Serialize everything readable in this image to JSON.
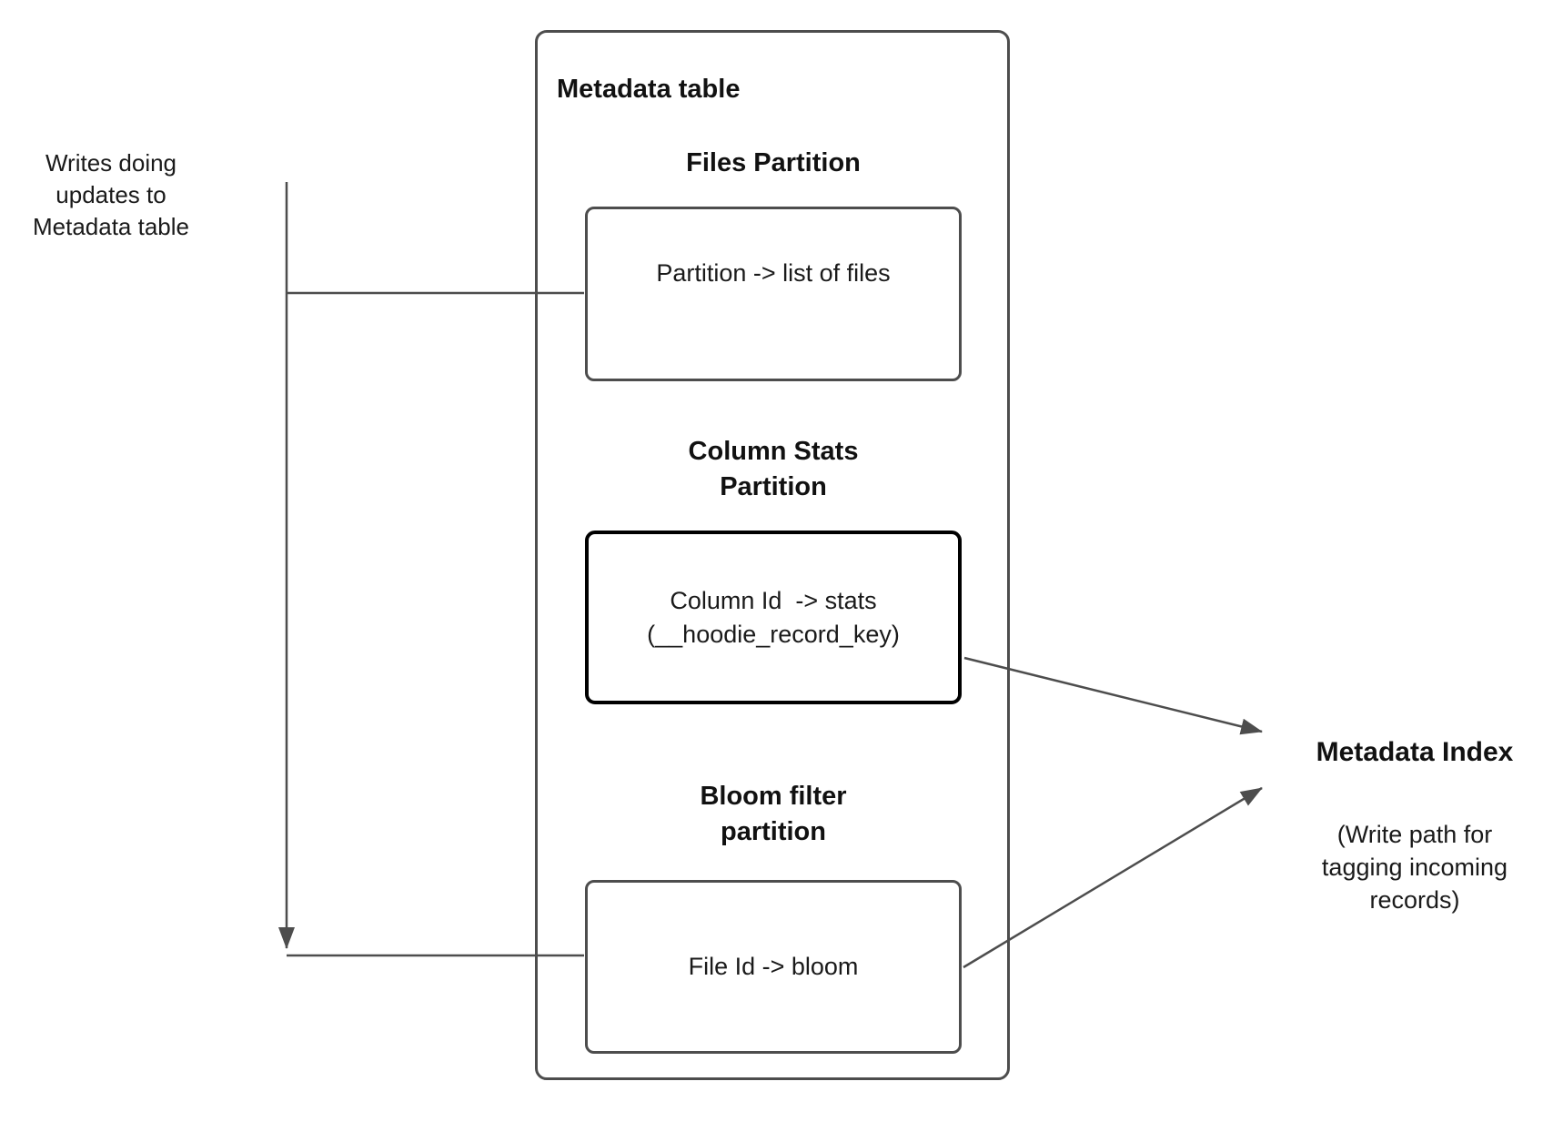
{
  "writes_label": {
    "lines": [
      "Writes doing",
      "updates to",
      "Metadata table"
    ]
  },
  "metadata_table": {
    "title": "Metadata table",
    "files_partition": {
      "heading": "Files Partition",
      "box_text": "Partition -> list of files"
    },
    "column_stats_partition": {
      "heading_lines": [
        "Column Stats",
        "Partition"
      ],
      "box_lines": [
        "Column Id  -> stats",
        "(__hoodie_record_key)"
      ]
    },
    "bloom_filter_partition": {
      "heading_lines": [
        "Bloom filter",
        "partition"
      ],
      "box_text": "File Id -> bloom"
    }
  },
  "metadata_index": {
    "title": "Metadata Index",
    "subtitle_lines": [
      "(Write path for",
      "tagging incoming",
      "records)"
    ]
  },
  "colors": {
    "background": "#ffffff",
    "connector_and_border": "#4d4d4d",
    "emphasized_box_border": "#000000",
    "text": "#1a1a1a"
  }
}
